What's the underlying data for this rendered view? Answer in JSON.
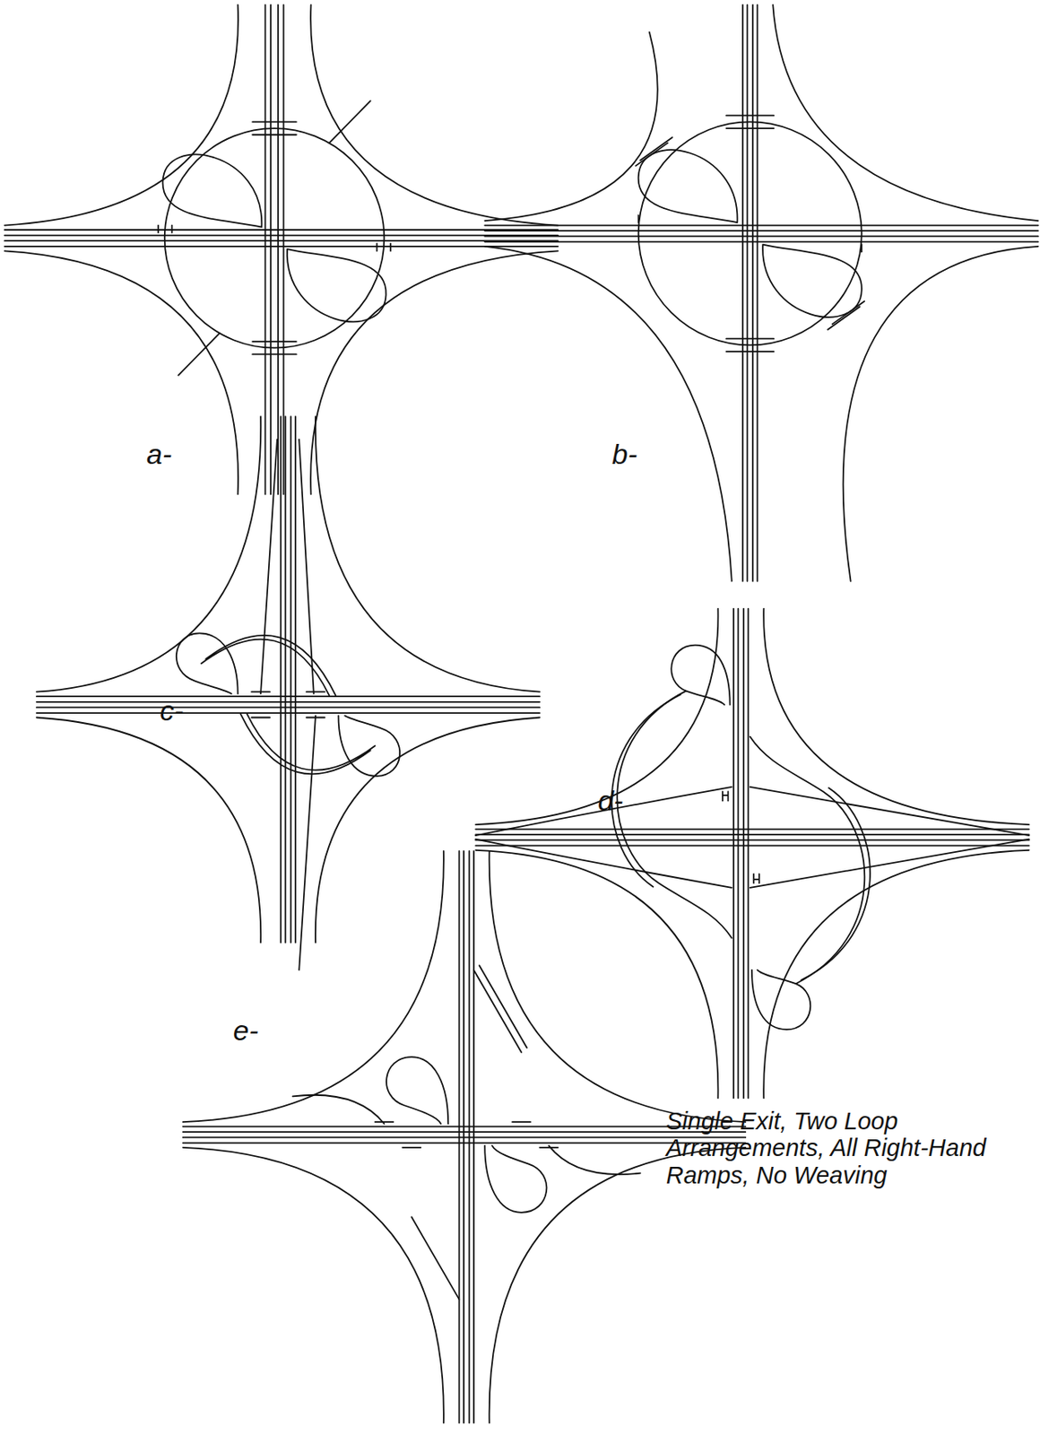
{
  "diagram": {
    "caption": "Single Exit, Two Loop Arrangements, All Right-Hand Ramps, No Weaving",
    "labels": [
      "a-",
      "b-",
      "c-",
      "d-",
      "e-"
    ]
  }
}
